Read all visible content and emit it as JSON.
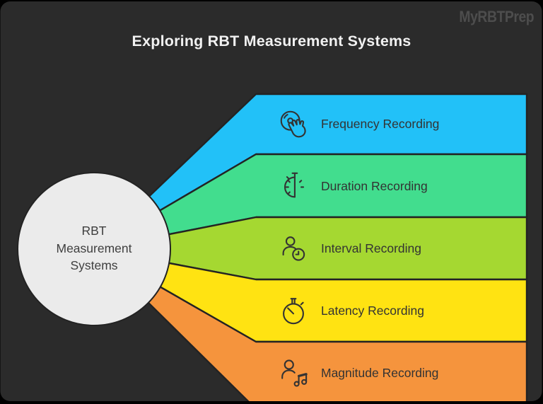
{
  "page": {
    "title": "Exploring RBT Measurement Systems",
    "watermark": "MyRBTPrep",
    "background_hex": "#2b2b2b",
    "frame_hex": "#000000",
    "outline_hex": "#232323"
  },
  "center_node": {
    "label": "RBT Measurement Systems",
    "lines": [
      "RBT",
      "Measurement",
      "Systems"
    ],
    "fill": "#ebebeb",
    "text_color": "#3f3f3f"
  },
  "bands": [
    {
      "label": "Frequency Recording",
      "color": "#22c1f8",
      "icon": "tap-disc-icon"
    },
    {
      "label": "Duration Recording",
      "color": "#42dd8e",
      "icon": "half-stopwatch-icon"
    },
    {
      "label": "Interval Recording",
      "color": "#a5d831",
      "icon": "person-clock-icon"
    },
    {
      "label": "Latency Recording",
      "color": "#ffe312",
      "icon": "stopwatch-icon"
    },
    {
      "label": "Magnitude Recording",
      "color": "#f5943d",
      "icon": "person-music-icon"
    }
  ]
}
